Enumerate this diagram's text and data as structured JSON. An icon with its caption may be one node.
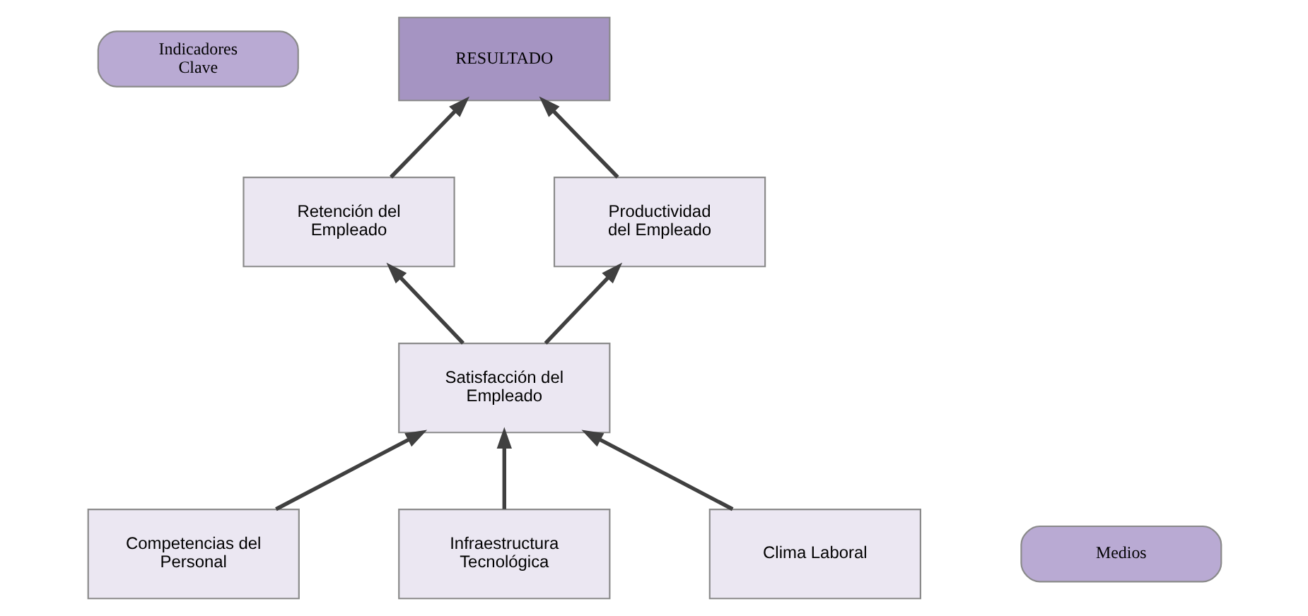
{
  "diagram": {
    "nodes": [
      {
        "text": [
          "Indicadores Clave"
        ]
      },
      {
        "text": [
          "RESULTADO"
        ]
      },
      {
        "text": [
          "Retención del Empleado"
        ]
      },
      {
        "text": [
          "Productividad del Empleado"
        ]
      },
      {
        "text": [
          "Satisfacción del Empleado"
        ]
      },
      {
        "text": [
          "Medios"
        ]
      },
      {
        "text": [
          "Competencias del Personal"
        ]
      },
      {
        "text": [
          "Infraestructura Tecnológica"
        ]
      },
      {
        "text": [
          "Clima Laboral"
        ]
      }
    ],
    "edges": [
      {
        "from": 2,
        "to": 1,
        "arrow": "to"
      },
      {
        "from": 3,
        "to": 1,
        "arrow": "to"
      },
      {
        "from": 4,
        "to": 2,
        "arrow": "to"
      },
      {
        "from": 4,
        "to": 3,
        "arrow": "to"
      },
      {
        "from": 6,
        "to": 4,
        "arrow": "to"
      },
      {
        "from": 7,
        "to": 4,
        "arrow": "to"
      },
      {
        "from": 8,
        "to": 4,
        "arrow": "to"
      }
    ]
  }
}
